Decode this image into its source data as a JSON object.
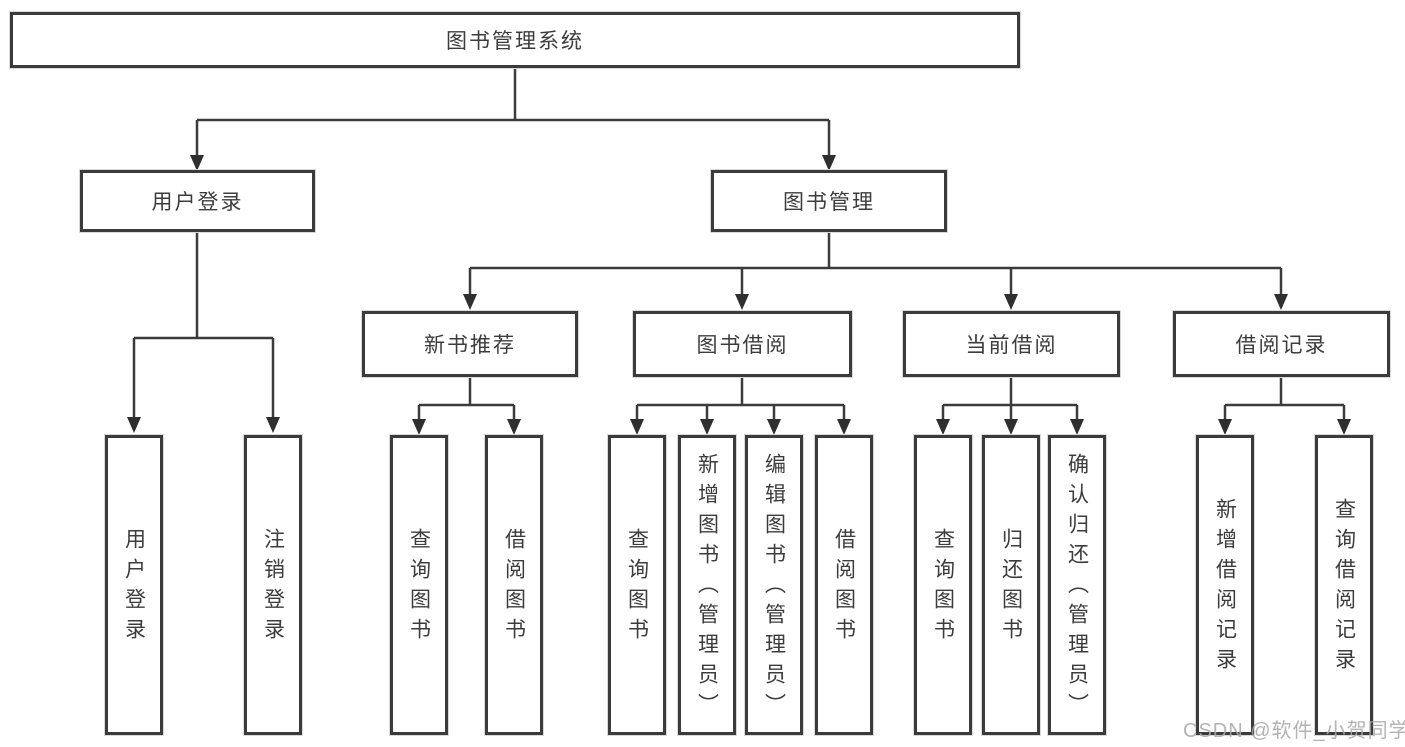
{
  "diagram": {
    "root": {
      "label": "图书管理系统"
    },
    "branches": [
      {
        "label": "用户登录"
      },
      {
        "label": "图书管理"
      }
    ],
    "modules": [
      {
        "label": "新书推荐"
      },
      {
        "label": "图书借阅"
      },
      {
        "label": "当前借阅"
      },
      {
        "label": "借阅记录"
      }
    ],
    "leaves": [
      {
        "label": "用户登录"
      },
      {
        "label": "注销登录"
      },
      {
        "label": "查询图书"
      },
      {
        "label": "借阅图书"
      },
      {
        "label": "查询图书"
      },
      {
        "label": "新增图书（管理员）"
      },
      {
        "label": "编辑图书（管理员）"
      },
      {
        "label": "借阅图书"
      },
      {
        "label": "查询图书"
      },
      {
        "label": "归还图书"
      },
      {
        "label": "确认归还（管理员）"
      },
      {
        "label": "新增借阅记录"
      },
      {
        "label": "查询借阅记录"
      }
    ]
  },
  "watermark": {
    "text": "CSDN @软件_小贺同学"
  },
  "colors": {
    "line": "#3b3b3b",
    "text": "#3c3c3c",
    "watermark": "#a8a8a8",
    "background": "#ffffff"
  }
}
